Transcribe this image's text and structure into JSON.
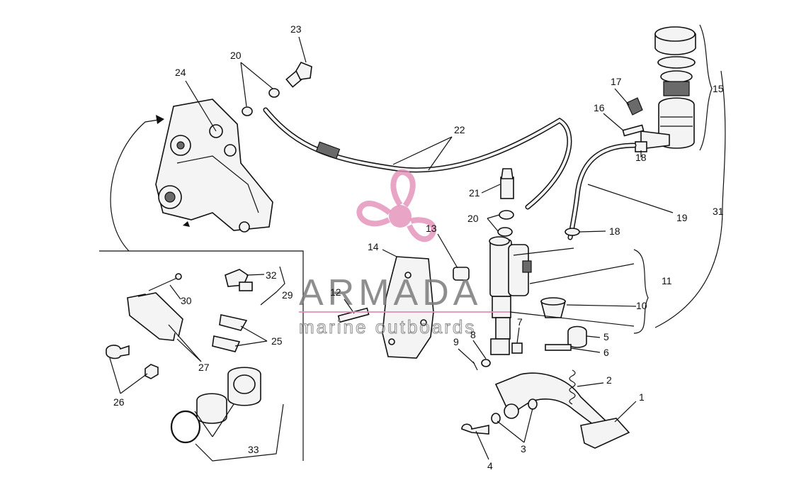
{
  "diagram": {
    "callouts": [
      "1",
      "2",
      "3",
      "4",
      "5",
      "6",
      "7",
      "8",
      "9",
      "10",
      "11",
      "12",
      "13",
      "14",
      "15",
      "16",
      "17",
      "18",
      "18",
      "19",
      "20",
      "20",
      "21",
      "22",
      "23",
      "24",
      "25",
      "26",
      "27",
      "29",
      "30",
      "31",
      "32",
      "33"
    ]
  },
  "watermark": {
    "brand": "ARMADA",
    "tagline": "marine outboards",
    "color": "#e48fb8"
  }
}
